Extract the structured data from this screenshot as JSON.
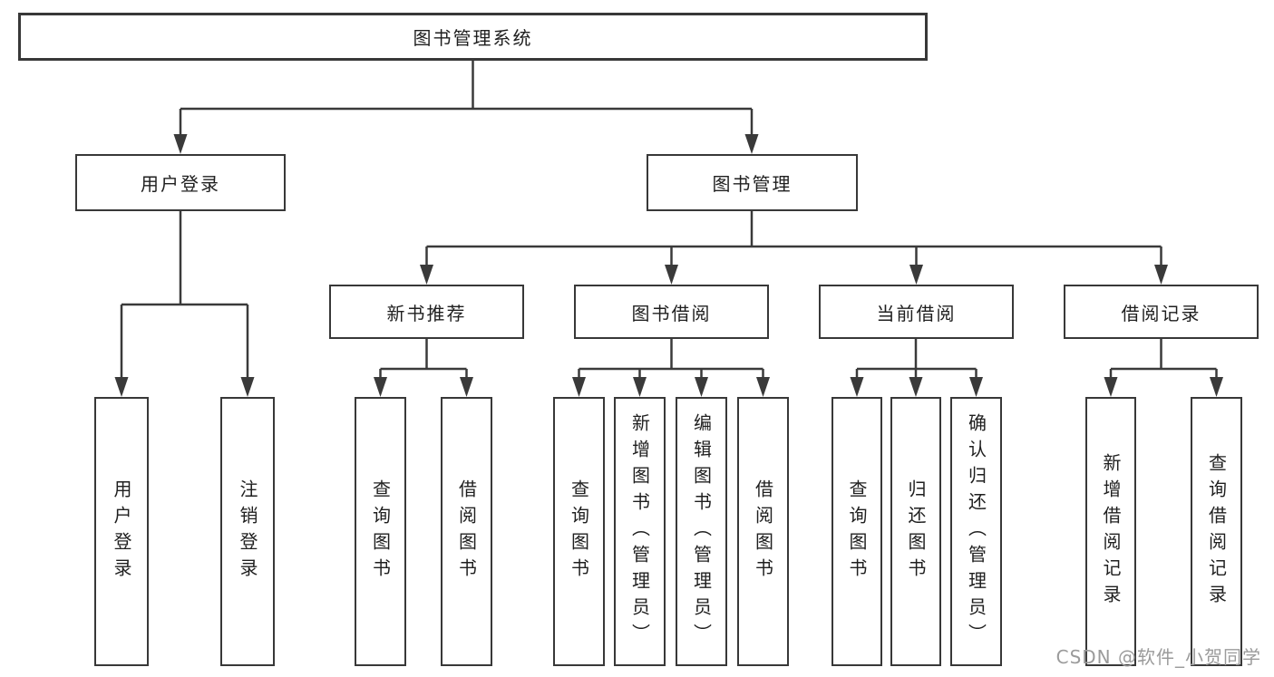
{
  "diagram": {
    "root": {
      "label": "图书管理系统"
    },
    "branches": [
      {
        "label": "用户登录",
        "children": [
          {
            "label": "用户登录"
          },
          {
            "label": "注销登录"
          }
        ]
      },
      {
        "label": "图书管理",
        "children": [
          {
            "label": "新书推荐",
            "children": [
              {
                "label": "查询图书"
              },
              {
                "label": "借阅图书"
              }
            ]
          },
          {
            "label": "图书借阅",
            "children": [
              {
                "label": "查询图书"
              },
              {
                "label": "新增图书（管理员）"
              },
              {
                "label": "编辑图书（管理员）"
              },
              {
                "label": "借阅图书"
              }
            ]
          },
          {
            "label": "当前借阅",
            "children": [
              {
                "label": "查询图书"
              },
              {
                "label": "归还图书"
              },
              {
                "label": "确认归还（管理员）"
              }
            ]
          },
          {
            "label": "借阅记录",
            "children": [
              {
                "label": "新增借阅记录"
              },
              {
                "label": "查询借阅记录"
              }
            ]
          }
        ]
      }
    ]
  },
  "watermark": {
    "text": "CSDN @软件_小贺同学"
  },
  "colors": {
    "line": "#3a3a3a",
    "box_border": "#383838",
    "box_fill": "#ffffff",
    "text": "#1f1f1f",
    "watermark_text": "#9b9b9b"
  }
}
